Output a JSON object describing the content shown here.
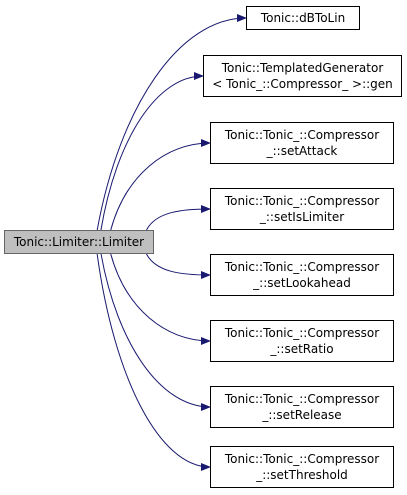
{
  "graph": {
    "edge_color": "#191970",
    "root_fill": "#bfbfbf",
    "root": {
      "id": "root",
      "lines": [
        "Tonic::Limiter::Limiter"
      ]
    },
    "callees": [
      {
        "id": "dbtolin",
        "lines": [
          "Tonic::dBToLin"
        ]
      },
      {
        "id": "gen",
        "lines": [
          "Tonic::TemplatedGenerator",
          "< Tonic_::Compressor_ >::gen"
        ]
      },
      {
        "id": "setattack",
        "lines": [
          "Tonic::Tonic_::Compressor",
          "_::setAttack"
        ]
      },
      {
        "id": "setislimiter",
        "lines": [
          "Tonic::Tonic_::Compressor",
          "_::setIsLimiter"
        ]
      },
      {
        "id": "setlookahead",
        "lines": [
          "Tonic::Tonic_::Compressor",
          "_::setLookahead"
        ]
      },
      {
        "id": "setratio",
        "lines": [
          "Tonic::Tonic_::Compressor",
          "_::setRatio"
        ]
      },
      {
        "id": "setrelease",
        "lines": [
          "Tonic::Tonic_::Compressor",
          "_::setRelease"
        ]
      },
      {
        "id": "setthreshold",
        "lines": [
          "Tonic::Tonic_::Compressor",
          "_::setThreshold"
        ]
      }
    ]
  }
}
